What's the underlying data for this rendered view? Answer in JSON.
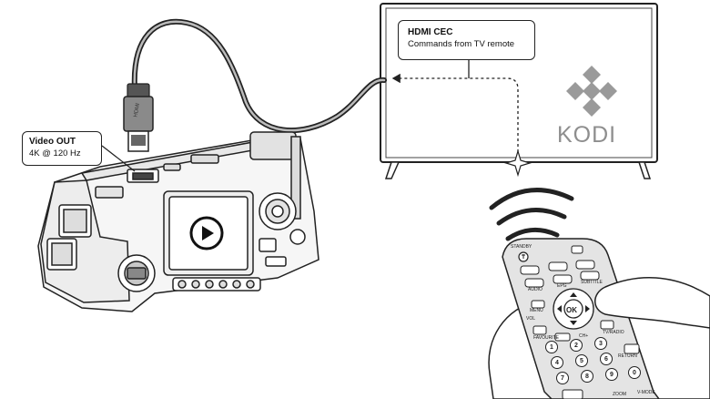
{
  "video_out": {
    "title": "Video OUT",
    "spec": "4K @ 120 Hz"
  },
  "hdmi_cec": {
    "title": "HDMI CEC",
    "desc": "Commands from TV remote"
  },
  "tv": {
    "brand_logo_text": "KODI"
  },
  "cable": {
    "plug_label": "HDMI"
  },
  "remote": {
    "labels": {
      "standby": "STANDBY",
      "audio": "AUDIO",
      "epg": "EPG",
      "subtitle": "SUBTITLE",
      "menu": "MENU",
      "vol": "VOL",
      "ok": "OK",
      "favourite": "FAVOURITE",
      "ch": "CH+",
      "tvradio": "TV/RADIO",
      "return": "RETURN",
      "zoom": "ZOOM",
      "vmode": "V-MODE"
    },
    "digits": [
      "1",
      "2",
      "3",
      "4",
      "5",
      "6",
      "7",
      "8",
      "9",
      "0"
    ]
  },
  "colors": {
    "line": "#222222",
    "kodi_gray": "#8e8e8e"
  }
}
